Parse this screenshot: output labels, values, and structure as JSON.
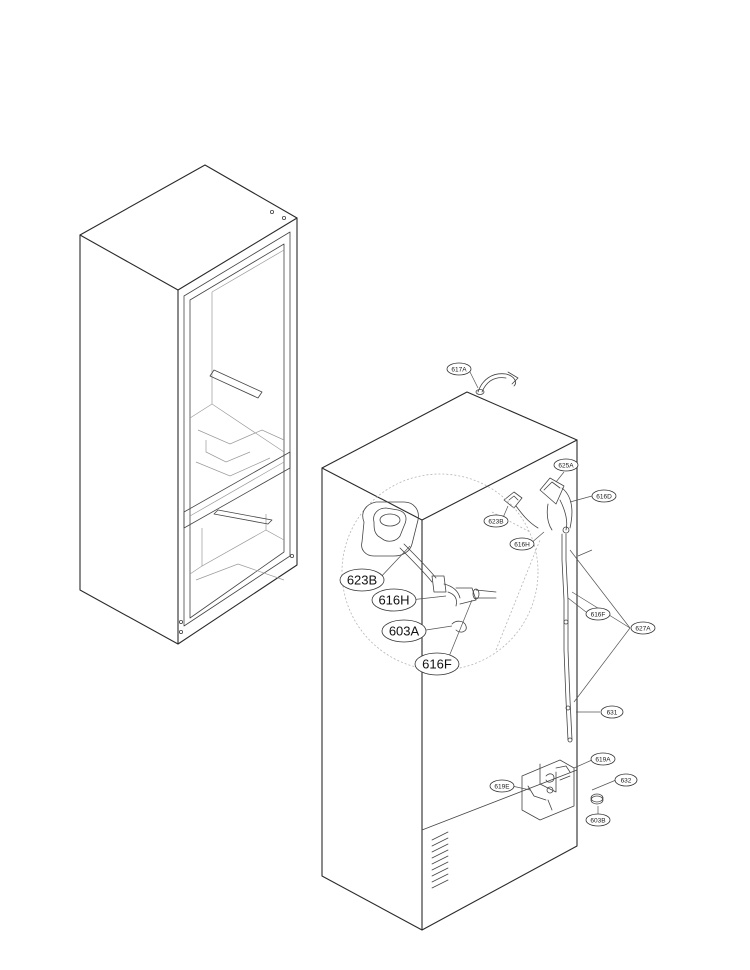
{
  "callouts_small": {
    "p617A": "617A",
    "p625A": "625A",
    "p623B": "623B",
    "p616D": "616D",
    "p616H": "616H",
    "p616F": "616F",
    "p627A": "627A",
    "p631": "631",
    "p619A": "619A",
    "p619E": "619E",
    "p632": "632",
    "p603B": "603B"
  },
  "callouts_large": {
    "p623B": "623B",
    "p616H": "616H",
    "p603A": "603A",
    "p616F": "616F"
  }
}
